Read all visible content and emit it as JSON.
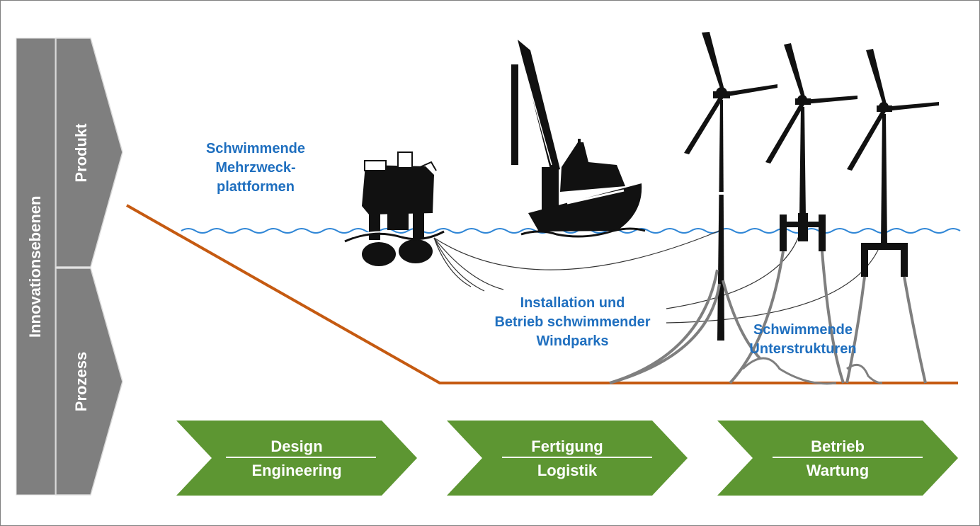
{
  "levels": {
    "title": "Innovationsebenen",
    "product": "Produkt",
    "process": "Prozess"
  },
  "labels": {
    "platforms": [
      "Schwimmende",
      "Mehrzweck-",
      "plattformen"
    ],
    "installation": [
      "Installation und",
      "Betrieb schwimmender",
      "Windparks"
    ],
    "substructures": [
      "Schwimmende",
      "Unterstrukturen"
    ]
  },
  "phases": [
    {
      "top": "Design",
      "bottom": "Engineering"
    },
    {
      "top": "Fertigung",
      "bottom": "Logistik"
    },
    {
      "top": "Betrieb",
      "bottom": "Wartung"
    }
  ],
  "icons": [
    "multipurpose-platform-icon",
    "crane-vessel-icon",
    "wind-turbine-icon"
  ],
  "colors": {
    "gray": "#7f7f7f",
    "green": "#5d9632",
    "blue_text": "#1f6fbf",
    "wave": "#2f86d6",
    "seabed": "#c55a11"
  }
}
